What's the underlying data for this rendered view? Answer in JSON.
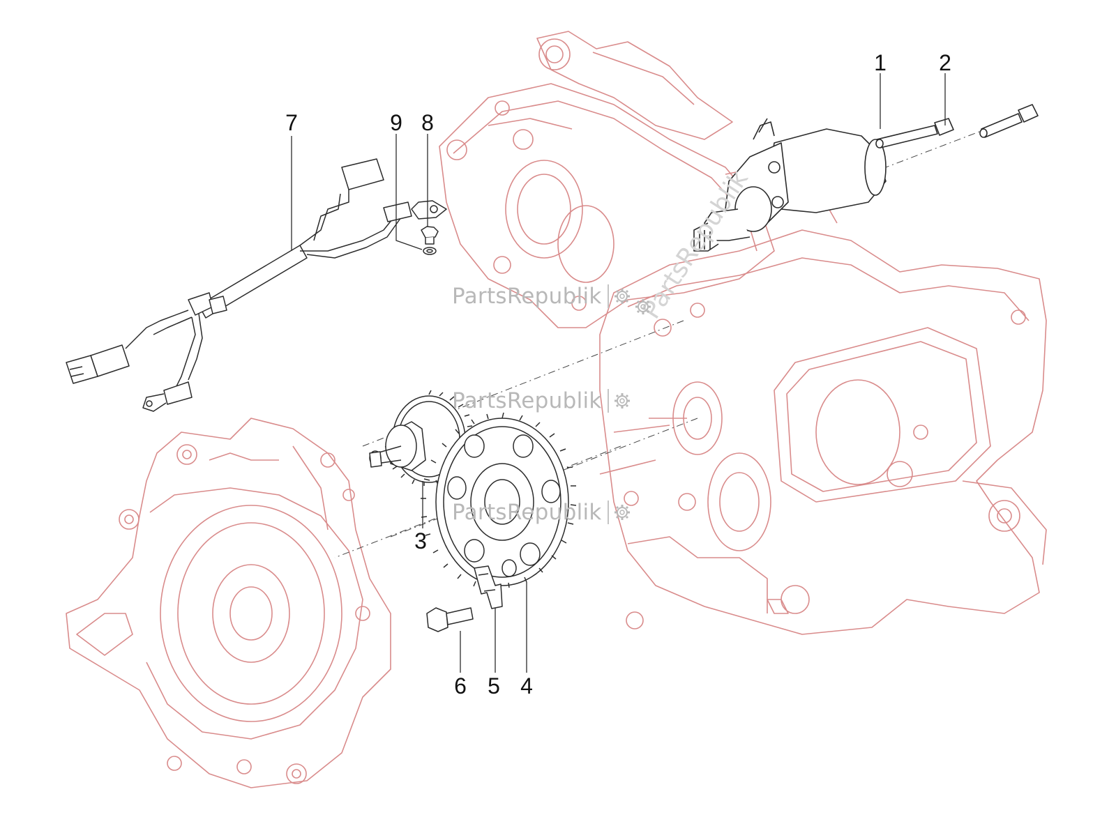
{
  "watermark": {
    "text": "PartsRepublik"
  },
  "callouts": [
    {
      "id": "1",
      "label": "1"
    },
    {
      "id": "2",
      "label": "2"
    },
    {
      "id": "3",
      "label": "3"
    },
    {
      "id": "4",
      "label": "4"
    },
    {
      "id": "5",
      "label": "5"
    },
    {
      "id": "6",
      "label": "6"
    },
    {
      "id": "7",
      "label": "7"
    },
    {
      "id": "8",
      "label": "8"
    },
    {
      "id": "9",
      "label": "9"
    }
  ],
  "colors": {
    "engine_outline": "#d98b8b",
    "part_outline": "#2b2b2b",
    "watermark": "#b8b8b8"
  }
}
